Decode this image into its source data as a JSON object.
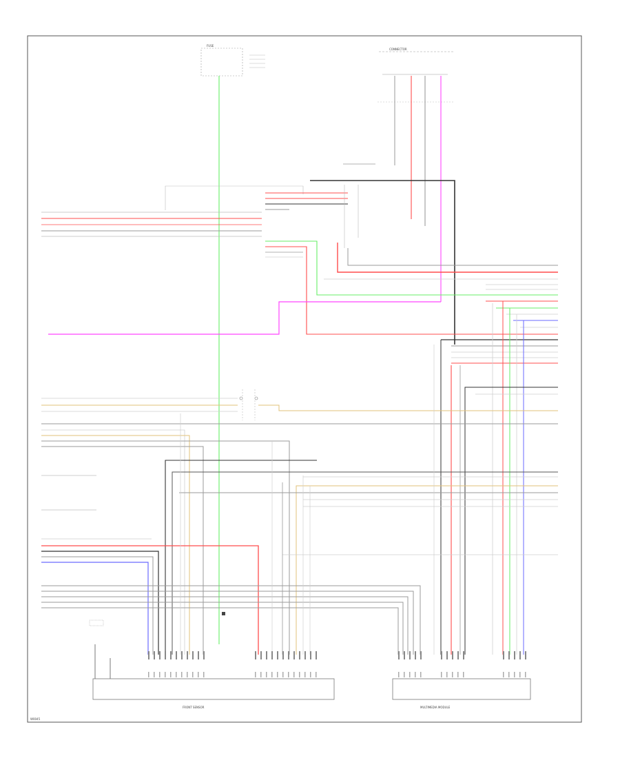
{
  "diagram": {
    "labels": {
      "top_fuse": "FUSE",
      "top_right_header": "CONNECTOR",
      "module_left": "FRONT SENSOR",
      "module_right": "MULTIMEDIA MODULE",
      "footer_code": "W0045"
    },
    "colors": {
      "frame": "#555555",
      "red": "#ff4c4c",
      "green": "#66ee66",
      "magenta": "#ff44ff",
      "blue": "#6a6aff",
      "yellow": "#e2c27a",
      "black": "#333333",
      "gray": "#9a9a9a",
      "lightgray": "#cfcfcf"
    }
  }
}
